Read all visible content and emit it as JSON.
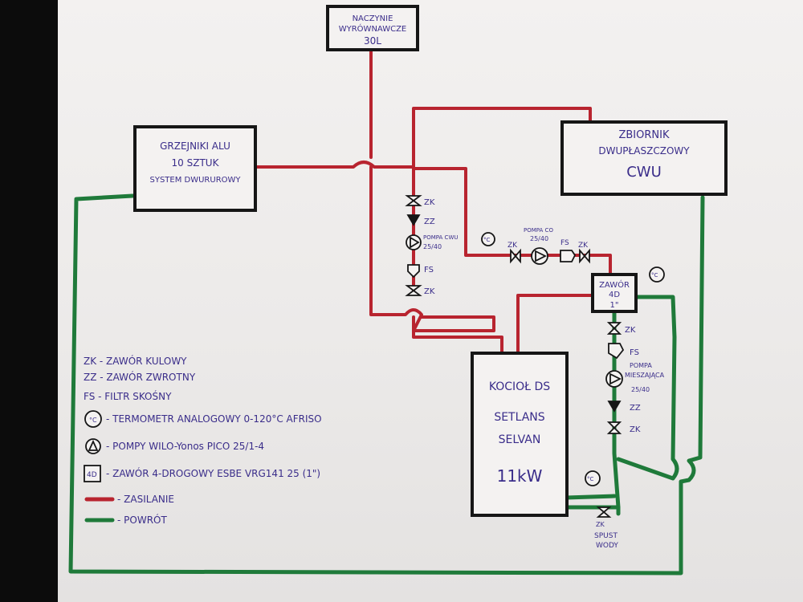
{
  "boxes": {
    "expansion_tank": {
      "line1": "NACZYNIE",
      "line2": "WYRÓWNAWCZE",
      "line3": "30L"
    },
    "radiators": {
      "line1": "GRZEJNIKI ALU",
      "line2": "10 SZTUK",
      "line3": "SYSTEM DWURUROWY"
    },
    "dhw_tank": {
      "line1": "ZBIORNIK",
      "line2": "DWUPŁASZCZOWY",
      "line3": "CWU"
    },
    "valve4d": {
      "line1": "ZAWÓR",
      "line2": "4D",
      "line3": "1\""
    },
    "boiler": {
      "line1": "KOCIOŁ DS",
      "line2": "SETLANS",
      "line3": "SELVAN",
      "line4": "11kW"
    }
  },
  "labels": {
    "zk_a": "ZK",
    "zz_a": "ZZ",
    "pump_cwu": "POMPA CWU",
    "pump_cwu_size": "25/40",
    "fs_a": "FS",
    "zk_b": "ZK",
    "zk_c": "ZK",
    "pump_co": "POMPA CO",
    "pump_co_size": "25/40",
    "fs_b": "FS",
    "zk_d": "ZK",
    "zk_e": "ZK",
    "fs_c": "FS",
    "pump_mix_1": "POMPA",
    "pump_mix_2": "MIESZAJĄCA",
    "pump_mix_size": "25/40",
    "zz_b": "ZZ",
    "zk_f": "ZK",
    "zk_drain": "ZK",
    "drain_1": "SPUST",
    "drain_2": "WODY",
    "thermo": "°C"
  },
  "legend": {
    "zk": "ZK - ZAWÓR KULOWY",
    "zz": "ZZ - ZAWÓR ZWROTNY",
    "fs": "FS - FILTR SKOŚNY",
    "thermometer": "- TERMOMETR ANALOGOWY 0-120°C AFRISO",
    "pumps": "- POMPY WILO-Yonos PICO 25/1-4",
    "valve": "- ZAWÓR 4-DROGOWY ESBE VRG141 25 (1\")",
    "valve_symbol": "4D",
    "supply": "- ZASILANIE",
    "return": "- POWRÓT"
  },
  "colors": {
    "supply": "#b8242f",
    "return": "#1f7a3a",
    "ink": "#1a1a1a",
    "text": "#3a2d8a"
  }
}
